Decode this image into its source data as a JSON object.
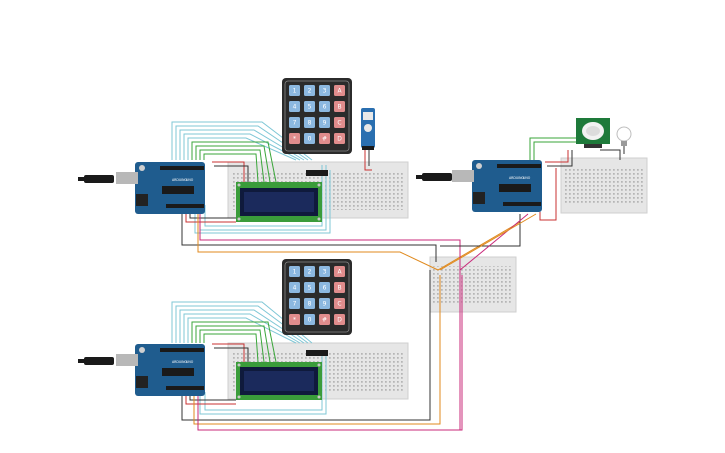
{
  "keypad": {
    "keys": [
      "1",
      "2",
      "3",
      "A",
      "4",
      "5",
      "6",
      "B",
      "7",
      "8",
      "9",
      "C",
      "*",
      "0",
      "#",
      "D"
    ]
  },
  "arduino": {
    "brand_text": "UNO",
    "label": "ARDUINO"
  },
  "colors": {
    "arduino_blue": "#1f5c8e",
    "lcd_green": "#3a9c3a",
    "lcd_screen": "#1b2a5c",
    "keypad_body": "#2b2b2b",
    "key_blue": "#8cb8e0",
    "key_red": "#e08c8c",
    "breadboard": "#e6e6e6",
    "wire_cyan": "#7fc7d6",
    "wire_green": "#3aa63a",
    "wire_red": "#c83232",
    "wire_black": "#333333",
    "wire_orange": "#e08a1e",
    "wire_magenta": "#c8287a",
    "pir_green": "#1e7a3a"
  }
}
